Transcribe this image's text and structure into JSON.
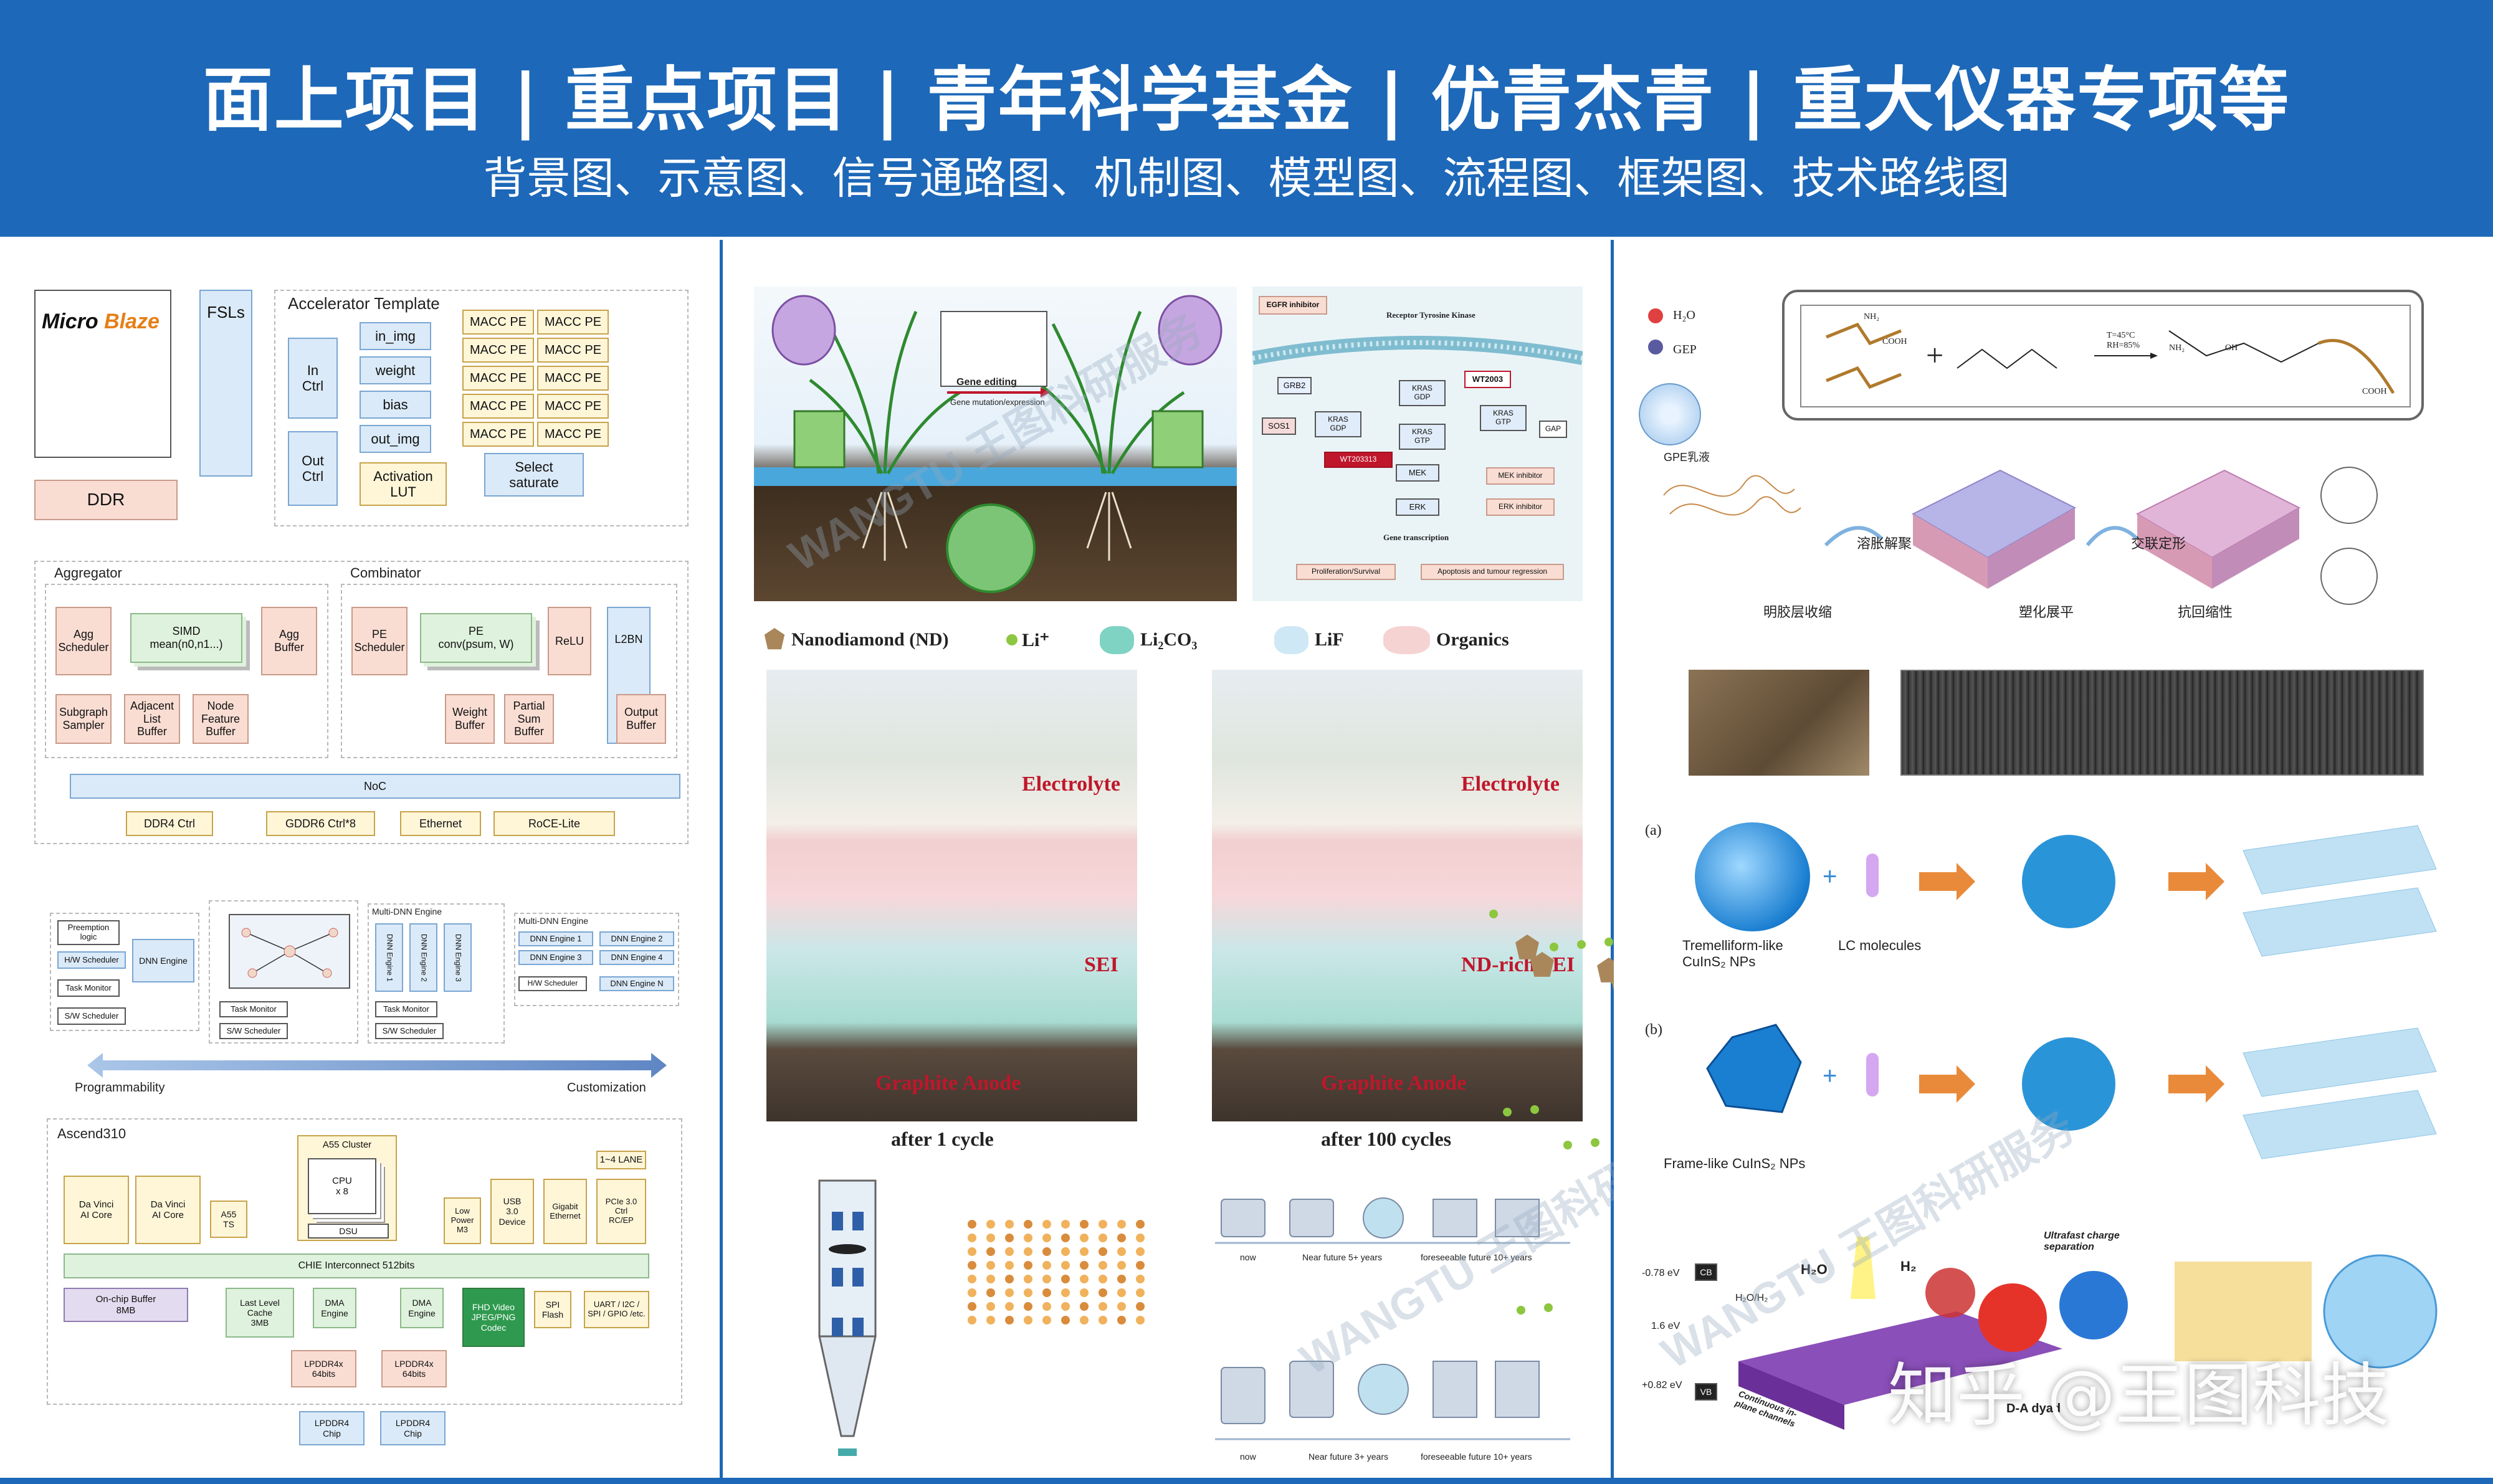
{
  "banner": {
    "title": "面上项目 | 重点项目 | 青年科学基金 | 优青杰青 | 重大仪器专项等",
    "subtitle": "背景图、示意图、信号通路图、机制图、模型图、流程图、框架图、技术路线图"
  },
  "colors": {
    "banner": "#1d68b8",
    "divider": "#1d68b8",
    "electrolyte": "#c0162b"
  },
  "col1": {
    "accel": {
      "microblaze_a": "Micro",
      "microblaze_b": "Blaze",
      "ddr": "DDR",
      "fsls": "FSLs",
      "template": "Accelerator Template",
      "in_ctrl": "In\nCtrl",
      "out_ctrl": "Out\nCtrl",
      "bufs": [
        "in_img",
        "weight",
        "bias",
        "out_img"
      ],
      "macc": "MACC PE",
      "activation": "Activation\nLUT",
      "select": "Select\nsaturate"
    },
    "gnn": {
      "aggregator": "Aggregator",
      "combinator": "Combinator",
      "agg_sched": "Agg\nScheduler",
      "simd": "SIMD\nmean(n0,n1...)",
      "agg_buf": "Agg\nBuffer",
      "subgraph": "Subgraph\nSampler",
      "adj": "Adjacent\nList\nBuffer",
      "node_feat": "Node\nFeature\nBuffer",
      "pe_sched": "PE\nScheduler",
      "pe_conv": "PE\nconv(psum, W)",
      "relu": "ReLU",
      "l2bn": "L2BN",
      "weight_buf": "Weight\nBuffer",
      "partial": "Partial\nSum\nBuffer",
      "output": "Output\nBuffer",
      "noc": "NoC",
      "ports": [
        "DDR4 Ctrl",
        "GDDR6 Ctrl*8",
        "Ethernet",
        "RoCE-Lite"
      ]
    },
    "dnn": {
      "preempt": "Preemption\nlogic",
      "hw_sched": "H/W Scheduler",
      "dnn_engine": "DNN Engine",
      "task_monitor": "Task Monitor",
      "sw_sched": "S/W Scheduler",
      "multi_dnn": "Multi-DNN Engine",
      "dnn_list": [
        "DNN Engine 1",
        "DNN Engine 2",
        "DNN Engine 3",
        "DNN Engine 4"
      ],
      "dnn_n": "DNN Engine N",
      "vert": [
        "DNN Engine 1",
        "DNN Engine 2",
        "DNN Engine 3"
      ],
      "programmability": "Programmability",
      "customization": "Customization"
    },
    "soc": {
      "name": "Ascend310",
      "lane": "1~4 LANE",
      "cluster": "A55 Cluster",
      "cpu": "CPU\nx 8",
      "dsu": "DSU",
      "davinci": "Da Vinci\nAI Core",
      "a55ts": "A55\nTS",
      "lowpower": "Low\nPower\nM3",
      "usb": "USB\n3.0\nDevice",
      "gigabit": "Gigabit\nEthernet",
      "pcie": "PCIe 3.0\nCtrl\nRC/EP",
      "chie": "CHIE Interconnect 512bits",
      "onchip": "On-chip Buffer\n8MB",
      "llc": "Last Level\nCache\n3MB",
      "dma": "DMA\nEngine",
      "fhd": "FHD Video\nJPEG/PNG\nCodec",
      "spi": "SPI\nFlash",
      "uart": "UART / I2C /\nSPI / GPIO /etc.",
      "lpddr": "LPDDR4x\n64bits",
      "chip": "LPDDR4\nChip"
    }
  },
  "col2": {
    "legend": [
      "Nanodiamond (ND)",
      "Li⁺",
      "Li₂CO₃",
      "LiF",
      "Organics"
    ],
    "left_panel": {
      "electrolyte": "Electrolyte",
      "sei": "SEI",
      "anode": "Graphite Anode",
      "caption": "after 1 cycle"
    },
    "right_panel": {
      "electrolyte": "Electrolyte",
      "sei": "ND-rich SEI",
      "anode": "Graphite Anode",
      "caption": "after 100 cycles"
    },
    "pathway": {
      "egfr": "EGFR inhibitor",
      "rtk": "Receptor Tyrosine Kinase",
      "wt2003": "WT2003",
      "grb2": "GRB2",
      "sos1": "SOS1",
      "kras_gdp": "KRAS\nGDP",
      "kras_gtp": "KRAS\nGTP",
      "gap": "GAP",
      "wt203313": "WT203313",
      "mek": "MEK",
      "mek_inh": "MEK inhibitor",
      "erk": "ERK",
      "erk_inh": "ERK inhibitor",
      "gene": "Gene transcription",
      "prolif": "Proliferation/Survival",
      "apop": "Apoptosis and tumour regression"
    },
    "plant": {
      "gene_editing": "Gene editing",
      "gene_mut": "Gene mutation/expression"
    },
    "road": {
      "now": "now",
      "near5": "Near future 5+ years",
      "fore10": "foreseeable future 10+ years",
      "near3": "Near future 3+ years"
    },
    "watermark": "WANGTU 王图科研服务"
  },
  "col3": {
    "h2o": "H₂O",
    "gep": "GEP",
    "gpe": "GPE乳液",
    "chem": {
      "cond": "T=45°C\nRH=85%",
      "nh2": "NH₂",
      "cooh": "COOH",
      "oh": "OH",
      "plus": "+"
    },
    "steps": [
      "溶胀解聚",
      "交联定形",
      "明胶层收缩",
      "塑化展平",
      "抗回缩性"
    ],
    "nps": {
      "a": "(a)",
      "b": "(b)",
      "trem": "Tremelliform-like\nCuInS₂ NPs",
      "lc": "LC molecules",
      "frame": "Frame-like CuInS₂ NPs"
    },
    "energy": {
      "cb": "-0.78 eV",
      "mid": "1.6 eV",
      "vb": "+0.82 eV",
      "h2o": "H₂O",
      "h2": "H₂",
      "h2o2": "H₂O/H₂",
      "ultrafast": "Ultrafast charge\nseparation",
      "dyad": "D-A dyad",
      "channels": "Continuous in-\nplane channels",
      "cbl": "CB",
      "vbl": "VB"
    },
    "zhihu": "知乎 @王图科技",
    "watermark": "WANGTU 王图科研服务"
  }
}
